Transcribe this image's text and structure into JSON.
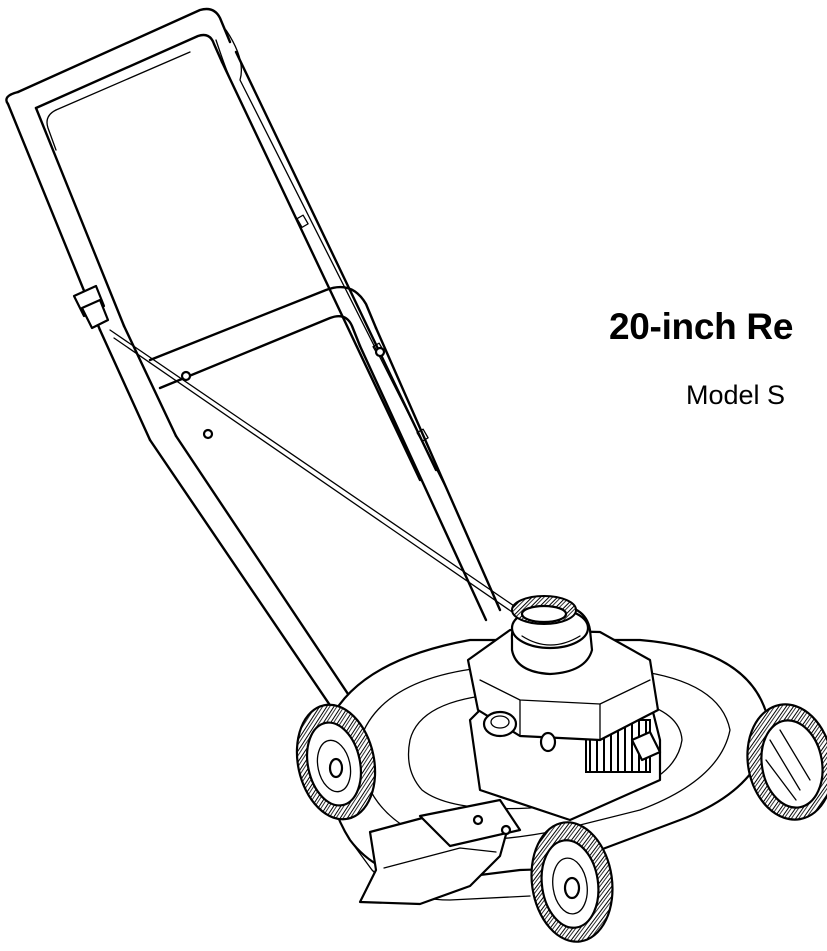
{
  "document": {
    "title": "20-inch Re",
    "model_label": "Model S"
  },
  "illustration": {
    "subject": "push-lawn-mower-illustration"
  },
  "colors": {
    "ink": "#000000",
    "paper": "#ffffff"
  }
}
